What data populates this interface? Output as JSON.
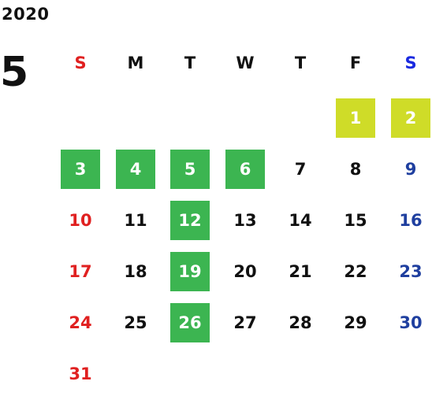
{
  "year": "2020",
  "month": "5",
  "colors": {
    "sunday": "#e02020",
    "saturday": "#1f3f9f",
    "saturday_header": "#1a2ae0",
    "weekday": "#111111",
    "green_highlight": "#3cb551",
    "yellow_highlight": "#cfdc28",
    "highlight_text": "#ffffff"
  },
  "weekdays": [
    "S",
    "M",
    "T",
    "W",
    "T",
    "F",
    "S"
  ],
  "days": [
    {
      "label": "1",
      "highlight": "yellow"
    },
    {
      "label": "2",
      "highlight": "yellow"
    },
    {
      "label": "3",
      "highlight": "green"
    },
    {
      "label": "4",
      "highlight": "green"
    },
    {
      "label": "5",
      "highlight": "green"
    },
    {
      "label": "6",
      "highlight": "green"
    },
    {
      "label": "7",
      "highlight": ""
    },
    {
      "label": "8",
      "highlight": ""
    },
    {
      "label": "9",
      "highlight": ""
    },
    {
      "label": "10",
      "highlight": ""
    },
    {
      "label": "11",
      "highlight": ""
    },
    {
      "label": "12",
      "highlight": "green"
    },
    {
      "label": "13",
      "highlight": ""
    },
    {
      "label": "14",
      "highlight": ""
    },
    {
      "label": "15",
      "highlight": ""
    },
    {
      "label": "16",
      "highlight": ""
    },
    {
      "label": "17",
      "highlight": ""
    },
    {
      "label": "18",
      "highlight": ""
    },
    {
      "label": "19",
      "highlight": "green"
    },
    {
      "label": "20",
      "highlight": ""
    },
    {
      "label": "21",
      "highlight": ""
    },
    {
      "label": "22",
      "highlight": ""
    },
    {
      "label": "23",
      "highlight": ""
    },
    {
      "label": "24",
      "highlight": ""
    },
    {
      "label": "25",
      "highlight": ""
    },
    {
      "label": "26",
      "highlight": "green"
    },
    {
      "label": "27",
      "highlight": ""
    },
    {
      "label": "28",
      "highlight": ""
    },
    {
      "label": "29",
      "highlight": ""
    },
    {
      "label": "30",
      "highlight": ""
    },
    {
      "label": "31",
      "highlight": ""
    }
  ]
}
